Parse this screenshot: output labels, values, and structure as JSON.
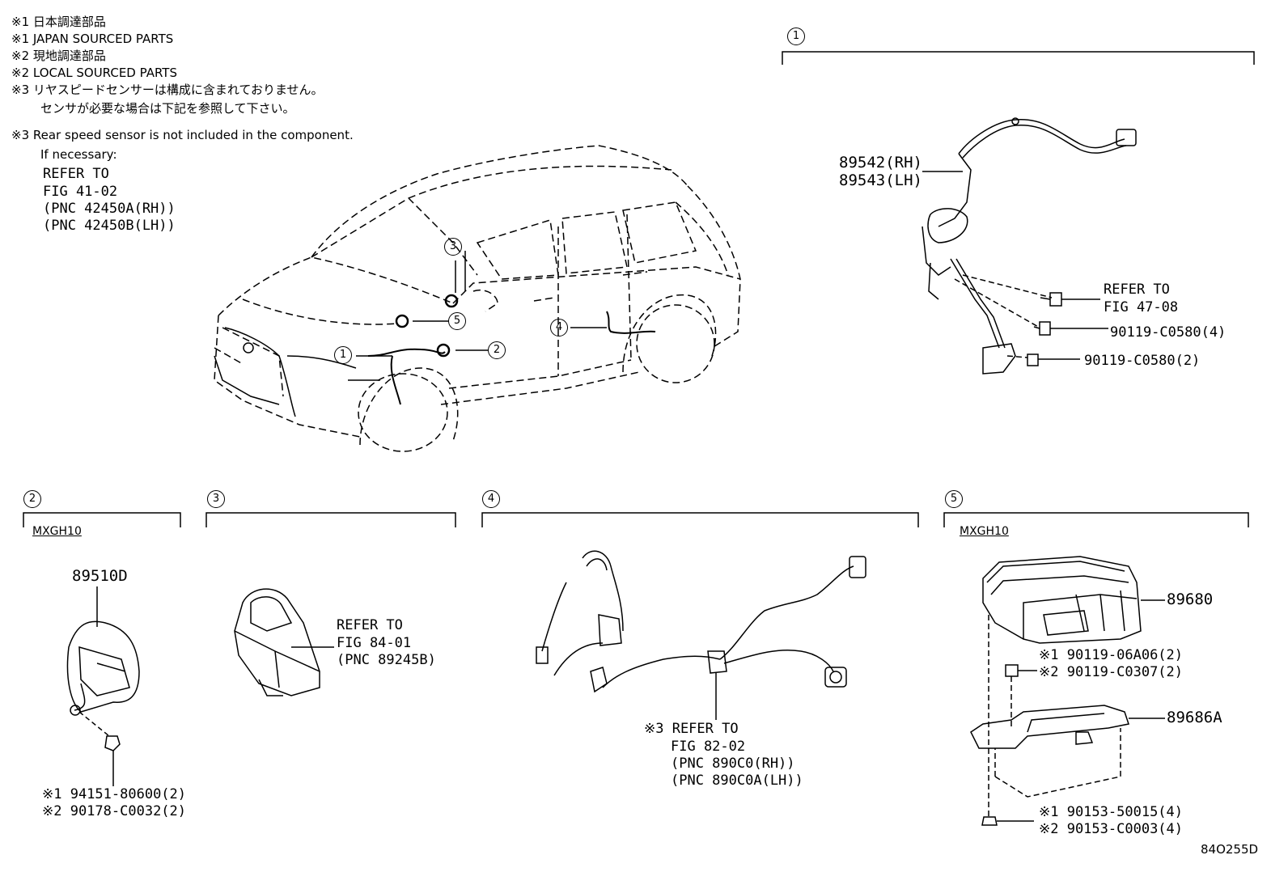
{
  "notes": {
    "n1": "※1 日本調達部品",
    "n2": "※1 JAPAN SOURCED PARTS",
    "n3": "※2 現地調達部品",
    "n4": "※2 LOCAL SOURCED PARTS",
    "n5": "※3 リヤスピードセンサーは構成に含まれておりません。",
    "n6": "センサが必要な場合は下記を参照して下さい。",
    "n7": "※3 Rear speed sensor is not included in the component.",
    "n8": "If necessary:",
    "n9": "REFER TO",
    "n10": "FIG 41-02",
    "n11": "(PNC 42450A(RH))",
    "n12": "(PNC 42450B(LH))"
  },
  "car_labels": [
    "1",
    "2",
    "3",
    "4",
    "5"
  ],
  "sections": {
    "s1": {
      "index": "1",
      "part_rh": "89542(RH)",
      "part_lh": "89543(LH)",
      "refer": "REFER TO",
      "refer_fig": "FIG 47-08",
      "bolt_a": "90119-C0580(4)",
      "bolt_b": "90119-C0580(2)"
    },
    "s2": {
      "index": "2",
      "model": "MXGH10",
      "part": "89510D",
      "nut1": "※1 94151-80600(2)",
      "nut2": "※2 90178-C0032(2)"
    },
    "s3": {
      "index": "3",
      "refer": "REFER TO",
      "refer_fig": "FIG 84-01",
      "refer_pnc": "(PNC 89245B)"
    },
    "s4": {
      "index": "4",
      "refer": "※3 REFER TO",
      "refer_fig": "FIG 82-02",
      "refer_pnc1": "(PNC 890C0(RH))",
      "refer_pnc2": "(PNC 890C0A(LH))"
    },
    "s5": {
      "index": "5",
      "model": "MXGH10",
      "part_ecu": "89680",
      "bolt1": "※1 90119-06A06(2)",
      "bolt2": "※2 90119-C0307(2)",
      "part_bracket": "89686A",
      "screw1": "※1 90153-50015(4)",
      "screw2": "※2 90153-C0003(4)"
    }
  },
  "figure_code": "84O255D"
}
